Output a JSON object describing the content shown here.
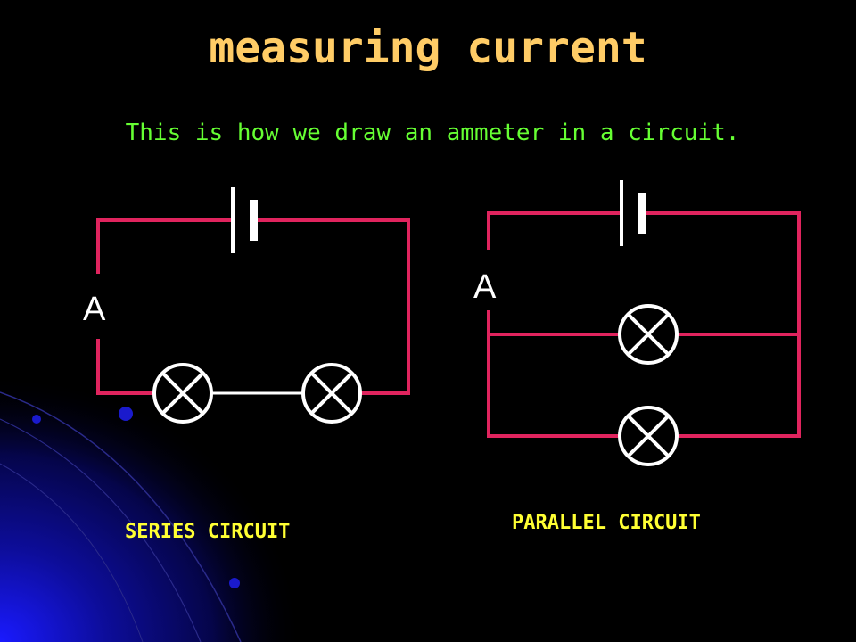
{
  "slide": {
    "title": "measuring current",
    "subtitle": "This is how we draw an ammeter in a circuit."
  },
  "series": {
    "ammeter_label": "A",
    "caption": "SERIES CIRCUIT"
  },
  "parallel": {
    "ammeter_label": "A",
    "caption": "PARALLEL CIRCUIT"
  },
  "colors": {
    "background": "#000000",
    "wire": "#e0245e",
    "component": "#ffffff",
    "title": "#ffcc66",
    "subtitle": "#66ff33",
    "caption": "#ffff33",
    "accent_blue": "#1a1aff"
  }
}
